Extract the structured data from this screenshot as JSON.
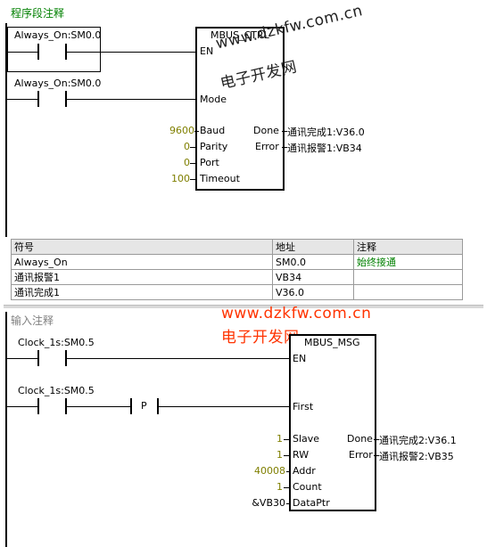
{
  "network1": {
    "comment": "程序段注释",
    "contact1_label": "Always_On:SM0.0",
    "contact2_label": "Always_On:SM0.0",
    "block": {
      "title": "MBUS_CTRL",
      "pin_en": "EN",
      "pin_mode": "Mode",
      "pin_baud": "Baud",
      "pin_parity": "Parity",
      "pin_port": "Port",
      "pin_timeout": "Timeout",
      "pin_done": "Done",
      "pin_error": "Error",
      "val_baud": "9600",
      "val_parity": "0",
      "val_port": "0",
      "val_timeout": "100",
      "out_done": "通讯完成1:V36.0",
      "out_error": "通讯报警1:VB34"
    },
    "symbol_table": {
      "headers": [
        "符号",
        "地址",
        "注释"
      ],
      "rows": [
        [
          "Always_On",
          "SM0.0",
          "始终接通"
        ],
        [
          "通讯报警1",
          "VB34",
          ""
        ],
        [
          "通讯完成1",
          "V36.0",
          ""
        ]
      ]
    }
  },
  "network2": {
    "comment": "输入注释",
    "contact1_label": "Clock_1s:SM0.5",
    "contact2_label": "Clock_1s:SM0.5",
    "p_label": "P",
    "block": {
      "title": "MBUS_MSG",
      "pin_en": "EN",
      "pin_first": "First",
      "pin_slave": "Slave",
      "pin_rw": "RW",
      "pin_addr": "Addr",
      "pin_count": "Count",
      "pin_dataptr": "DataPtr",
      "pin_done": "Done",
      "pin_error": "Error",
      "val_slave": "1",
      "val_rw": "1",
      "val_addr": "40008",
      "val_count": "1",
      "val_dataptr": "&VB30",
      "out_done": "通讯完成2:V36.1",
      "out_error": "通讯报警2:VB35"
    }
  },
  "watermarks": {
    "top_url": "www.dzkfw.com.cn",
    "top_name": "电子开发网",
    "mid_url": "www.dzkfw.com.cn",
    "mid_name": "电子开发网"
  },
  "colors": {
    "comment_green": "#008000",
    "param_olive": "#7f7f00",
    "watermark_red": "#ff3300"
  }
}
